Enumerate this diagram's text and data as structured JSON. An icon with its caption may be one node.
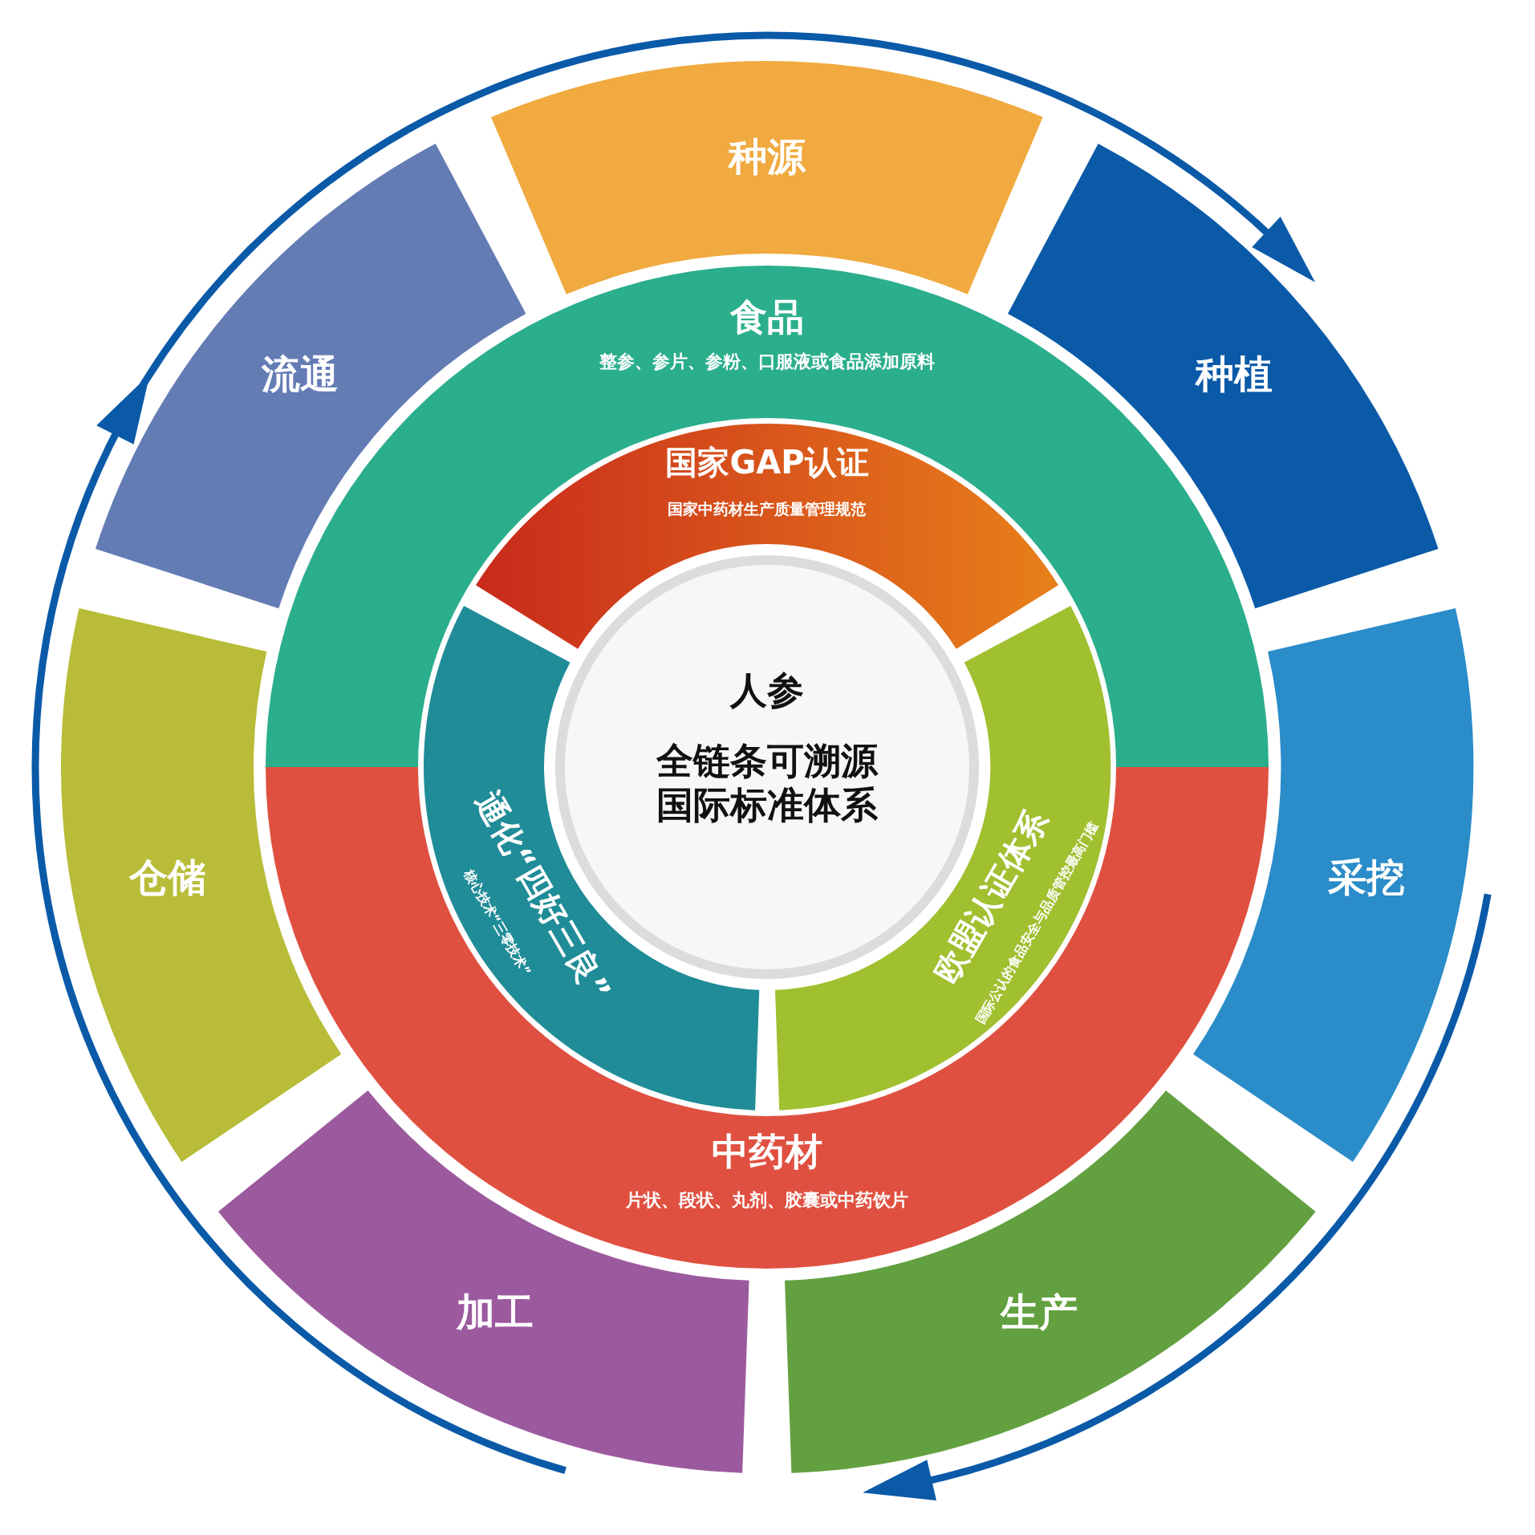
{
  "diagram": {
    "nodes": [
      {
        "text": [
          "种源"
        ]
      },
      {
        "text": [
          "种植"
        ]
      },
      {
        "text": [
          "采挖"
        ]
      },
      {
        "text": [
          "生产"
        ]
      },
      {
        "text": [
          "加工"
        ]
      },
      {
        "text": [
          "仓储"
        ]
      },
      {
        "text": [
          "流通"
        ]
      },
      {
        "text": [
          "食品",
          "整参、参片、参粉、口服液或食品添加原料"
        ]
      },
      {
        "text": [
          "中药材",
          "片状、段状、丸剂、胶囊或中药饮片"
        ]
      },
      {
        "text": [
          "国家GAP认证",
          "国家中药材生产质量管理规范"
        ]
      },
      {
        "text": [
          "欧盟认证体系",
          "国际公认的食品安全与品质管控最高门槛"
        ]
      },
      {
        "text": [
          "通化“四好三良”",
          "核心技术“三零技术”"
        ]
      },
      {
        "text": [
          "人参",
          "全链条可溯源国际标准体系"
        ]
      }
    ]
  }
}
